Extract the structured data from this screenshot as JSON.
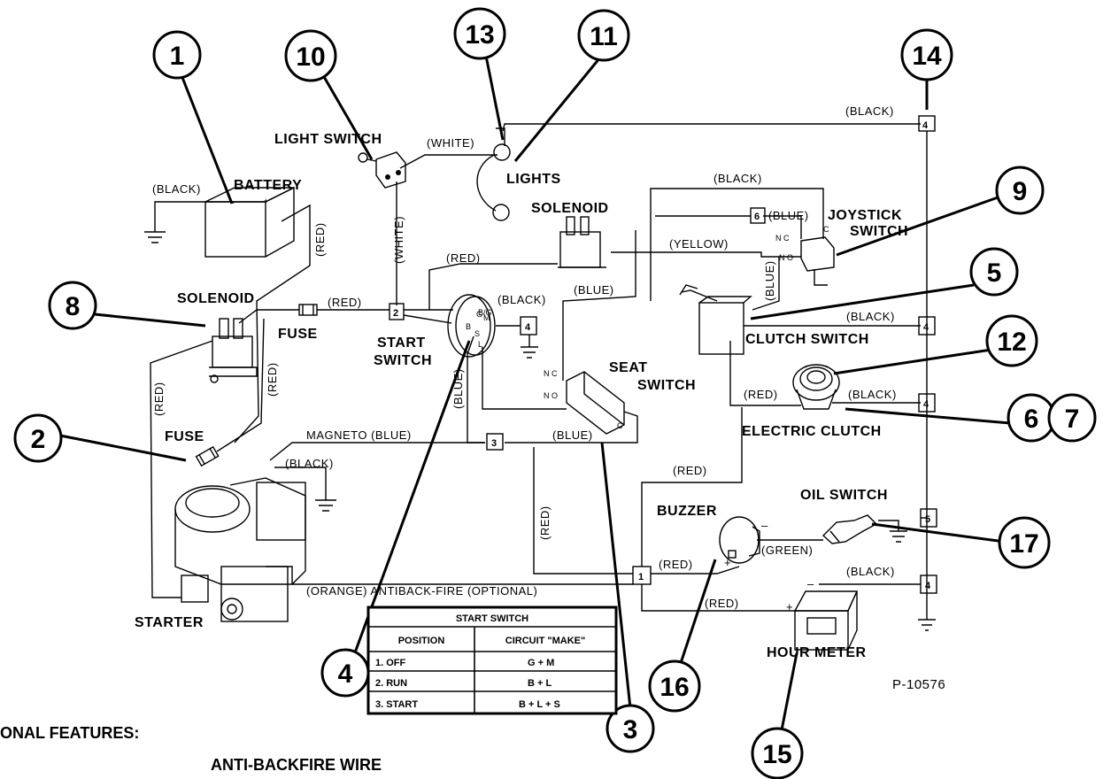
{
  "components": {
    "battery": "BATTERY",
    "light_switch": "LIGHT SWITCH",
    "lights": "LIGHTS",
    "solenoid_top": "SOLENOID",
    "joystick_switch_1": "JOYSTICK",
    "joystick_switch_2": "SWITCH",
    "solenoid_left": "SOLENOID",
    "fuse_top": "FUSE",
    "fuse_bottom": "FUSE",
    "start_switch_1": "START",
    "start_switch_2": "SWITCH",
    "seat_switch_1": "SEAT",
    "seat_switch_2": "SWITCH",
    "clutch_switch": "CLUTCH SWITCH",
    "electric_clutch": "ELECTRIC CLUTCH",
    "oil_switch": "OIL SWITCH",
    "buzzer": "BUZZER",
    "hour_meter": "HOUR METER",
    "starter": "STARTER"
  },
  "wire_labels": {
    "black": "(BLACK)",
    "white": "(WHITE)",
    "red": "(RED)",
    "blue": "(BLUE)",
    "yellow": "(YELLOW)",
    "green": "(GREEN)",
    "magneto": "MAGNETO (BLUE)",
    "antibackfire": "(ORANGE) ANTIBACK-FIRE (OPTIONAL)"
  },
  "terminals": [
    "1",
    "2",
    "3",
    "4",
    "5",
    "6"
  ],
  "terminal_letters": {
    "nc": "N C",
    "no": "N O",
    "c": "C",
    "g": "G",
    "m": "M",
    "b": "B",
    "l": "L",
    "s": "S"
  },
  "callouts": [
    "1",
    "2",
    "3",
    "4",
    "5",
    "6",
    "7",
    "8",
    "9",
    "10",
    "11",
    "12",
    "13",
    "14",
    "15",
    "16",
    "17"
  ],
  "table": {
    "title": "START SWITCH",
    "headers": [
      "POSITION",
      "CIRCUIT \"MAKE\""
    ],
    "rows": [
      [
        "1. OFF",
        "G + M"
      ],
      [
        "2. RUN",
        "B + L"
      ],
      [
        "3. START",
        "B + L + S"
      ]
    ]
  },
  "figure_id": "P-10576",
  "footer": {
    "line1": "ONAL FEATURES:",
    "line2": "ANTI-BACKFIRE WIRE"
  },
  "colors": {
    "ink": "#000000",
    "paper": "#ffffff"
  }
}
